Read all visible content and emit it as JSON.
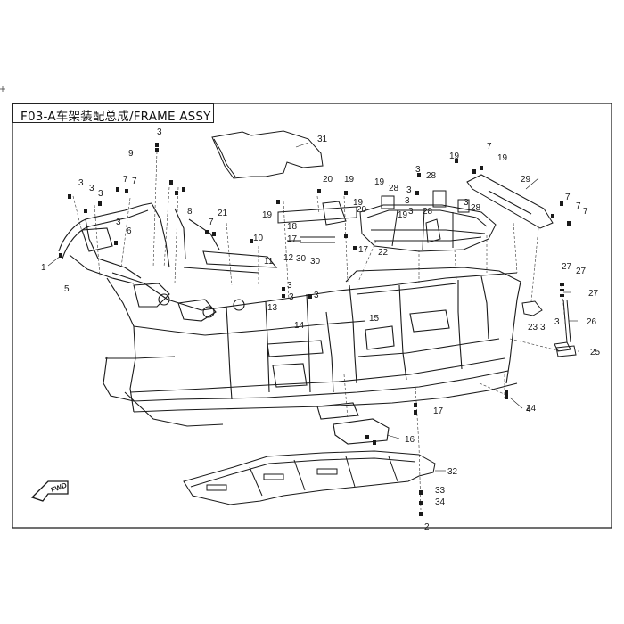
{
  "header": {
    "title": "F03-A车架装配总成/FRAME ASSY"
  },
  "diagram": {
    "fwd_label": "FWD",
    "callouts": [
      "1",
      "2",
      "3",
      "4",
      "5",
      "6",
      "7",
      "8",
      "9",
      "10",
      "11",
      "12",
      "13",
      "14",
      "15",
      "16",
      "17",
      "18",
      "19",
      "20",
      "21",
      "22",
      "23",
      "24",
      "25",
      "26",
      "27",
      "28",
      "29",
      "30",
      "31",
      "32",
      "33",
      "34"
    ],
    "labels": {
      "l1": "1",
      "l2": "2",
      "l3a": "3",
      "l3b": "3",
      "l3c": "3",
      "l3d": "3",
      "l3e": "3",
      "l3f": "3",
      "l3g": "3",
      "l3h": "3",
      "l3i": "3",
      "l3j": "3",
      "l3k": "3",
      "l3l": "3",
      "l3m": "3",
      "l3n": "3",
      "l3o": "3",
      "l4": "4",
      "l5": "5",
      "l6": "6",
      "l7a": "7",
      "l7b": "7",
      "l7c": "7",
      "l7d": "7",
      "l7e": "7",
      "l7f": "7",
      "l7g": "7",
      "l8": "8",
      "l9": "9",
      "l10": "10",
      "l11": "11",
      "l12": "12",
      "l13": "13",
      "l14": "14",
      "l15": "15",
      "l16": "16",
      "l17a": "17",
      "l17b": "17",
      "l17c": "17",
      "l18": "18",
      "l19a": "19",
      "l19b": "19",
      "l19c": "19",
      "l19d": "19",
      "l19e": "19",
      "l19f": "19",
      "l19g": "19",
      "l20a": "20",
      "l20b": "20",
      "l21": "21",
      "l22": "22",
      "l23": "23",
      "l24": "24",
      "l25": "25",
      "l26": "26",
      "l27a": "27",
      "l27b": "27",
      "l27c": "27",
      "l28a": "28",
      "l28b": "28",
      "l28c": "28",
      "l28d": "28",
      "l29": "29",
      "l30a": "30",
      "l30b": "30",
      "l31": "31",
      "l32": "32",
      "l33": "33",
      "l34": "34"
    }
  },
  "colors": {
    "line": "#1a1a1a",
    "frame_border": "#222222",
    "background": "#ffffff"
  }
}
